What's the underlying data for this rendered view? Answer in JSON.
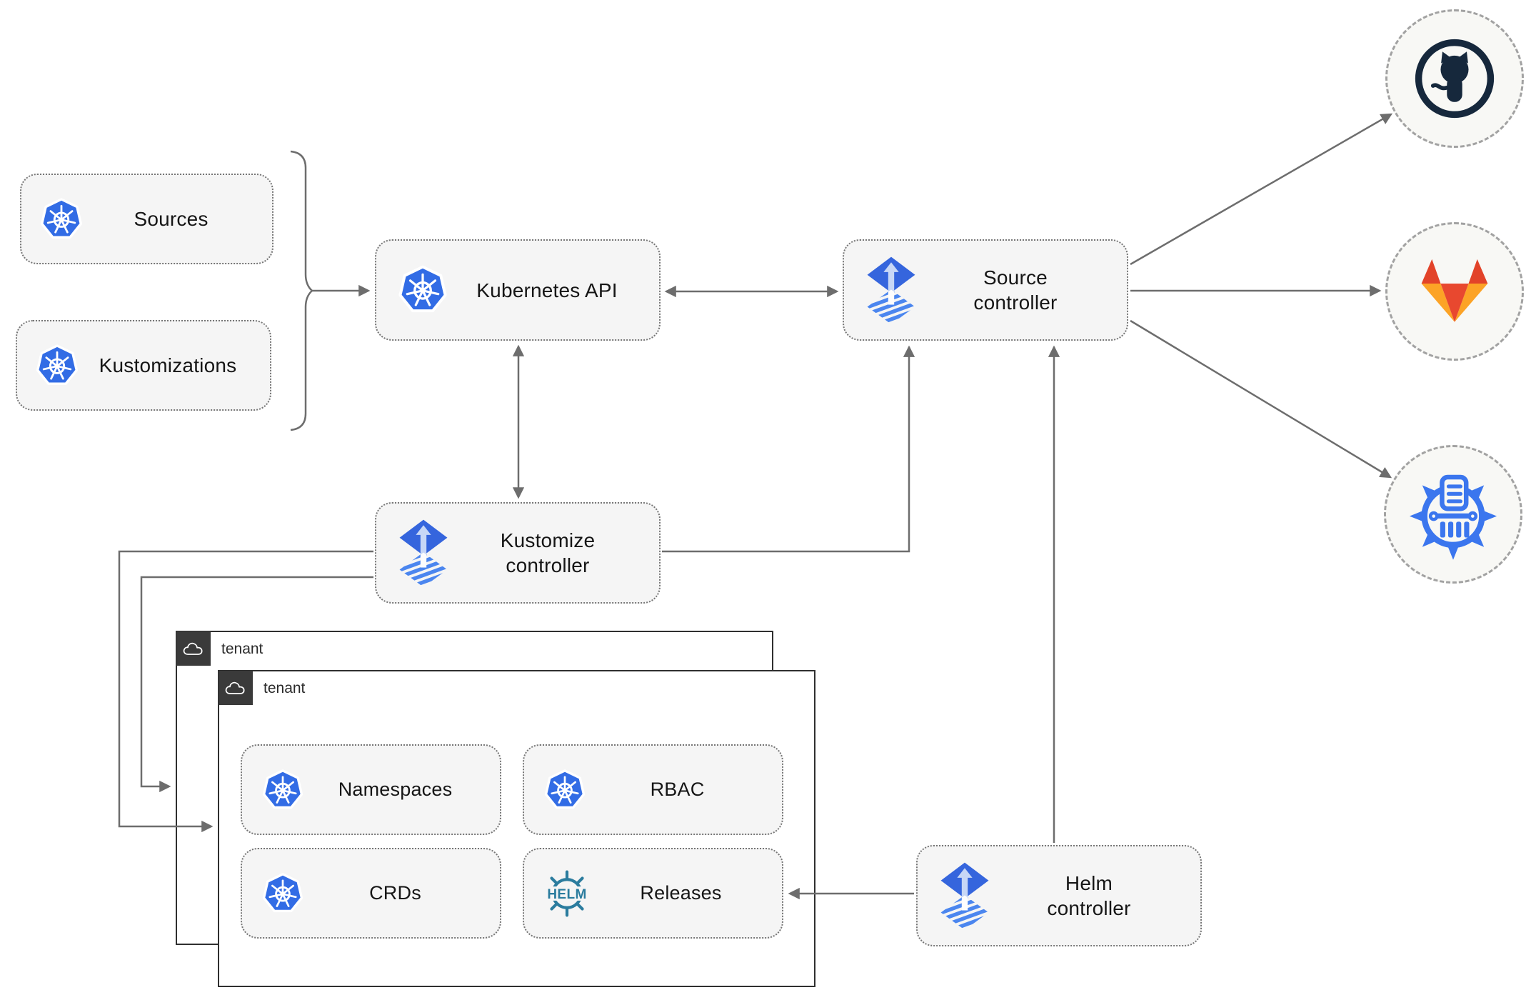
{
  "nodes": {
    "sources": {
      "label": "Sources"
    },
    "kustomizations": {
      "label": "Kustomizations"
    },
    "kubernetes_api": {
      "label": "Kubernetes API"
    },
    "source_controller": {
      "label": "Source\ncontroller"
    },
    "kustomize_controller": {
      "label": "Kustomize\ncontroller"
    },
    "helm_controller": {
      "label": "Helm\ncontroller"
    }
  },
  "tenant_back": {
    "label": "tenant"
  },
  "tenant_front": {
    "label": "tenant"
  },
  "tenant_items": {
    "namespaces": {
      "label": "Namespaces"
    },
    "rbac": {
      "label": "RBAC"
    },
    "crds": {
      "label": "CRDs"
    },
    "releases": {
      "label": "Releases"
    }
  },
  "logos": {
    "helm_wheel_text": "HELM"
  },
  "external_targets": [
    {
      "name": "github",
      "icon": "github-octocat-icon"
    },
    {
      "name": "gitlab",
      "icon": "gitlab-tanuki-icon"
    },
    {
      "name": "bucket",
      "icon": "storage-bucket-icon"
    }
  ],
  "colors": {
    "kubernetes_blue": "#326ce5",
    "flux_blue": "#3565dd",
    "flux_stripe_blue": "#4b86ef",
    "helm_teal": "#2b7c9e",
    "github_dark": "#16283c",
    "gitlab_red_orange": "#e24329",
    "gitlab_orange": "#fca326",
    "bucket_blue": "#3b76ee",
    "arrow": "#6d6d6d",
    "box_fill": "#f5f5f5",
    "tenant_header": "#3a3a3a"
  }
}
